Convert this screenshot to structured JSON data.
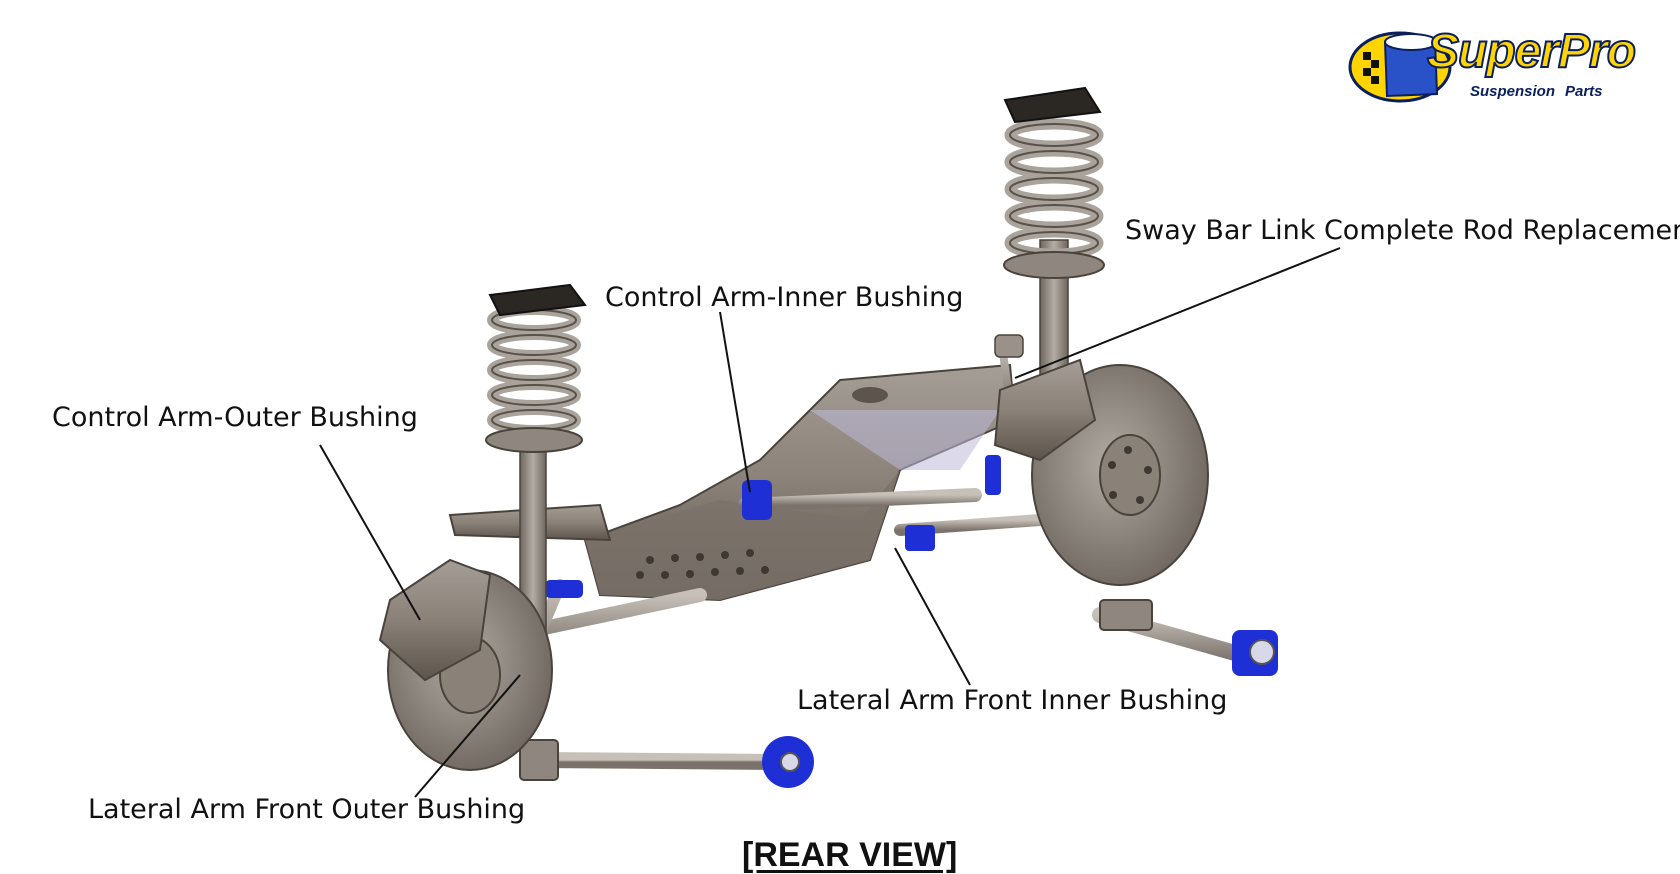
{
  "brand": {
    "name": "SuperPro",
    "tagline_left": "Suspension",
    "tagline_right": "Parts",
    "colors": {
      "yellow": "#ffd400",
      "navy": "#0b1f5c",
      "bush_blue": "#1f2fd6"
    }
  },
  "labels": {
    "sway_bar_link": "Sway Bar Link Complete Rod Replacement",
    "control_arm_inner": "Control Arm-Inner Bushing",
    "control_arm_outer": "Control Arm-Outer Bushing",
    "lateral_arm_front_inner": "Lateral Arm Front Inner Bushing",
    "lateral_arm_front_outer": "Lateral Arm Front Outer Bushing"
  },
  "view_title": "[REAR VIEW]"
}
